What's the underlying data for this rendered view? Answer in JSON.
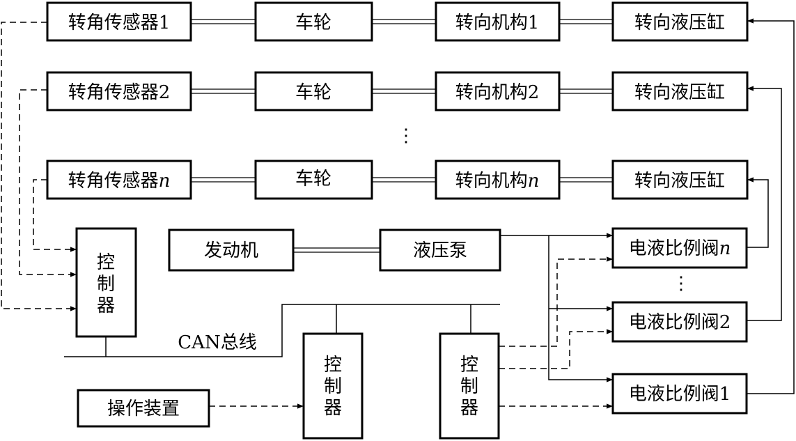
{
  "sensors": [
    {
      "label": "转角传感器",
      "suffix": "1",
      "italic": false
    },
    {
      "label": "转角传感器",
      "suffix": "2",
      "italic": false
    },
    {
      "label": "转角传感器",
      "suffix": "n",
      "italic": true
    }
  ],
  "wheel_label": "车轮",
  "mechanisms": [
    {
      "label": "转向机构",
      "suffix": "1",
      "italic": false
    },
    {
      "label": "转向机构",
      "suffix": "2",
      "italic": false
    },
    {
      "label": "转向机构",
      "suffix": "n",
      "italic": true
    }
  ],
  "cylinder_label": "转向液压缸",
  "engine_label": "发动机",
  "pump_label": "液压泵",
  "valves": [
    {
      "label": "电液比例阀",
      "suffix": "n",
      "italic": true
    },
    {
      "label": "电液比例阀",
      "suffix": "2",
      "italic": false
    },
    {
      "label": "电液比例阀",
      "suffix": "1",
      "italic": false
    }
  ],
  "controller_label": [
    "控",
    "制",
    "器"
  ],
  "can_bus_label": "CAN总线",
  "operator_label": "操作装置",
  "ellipsis": "⋮"
}
